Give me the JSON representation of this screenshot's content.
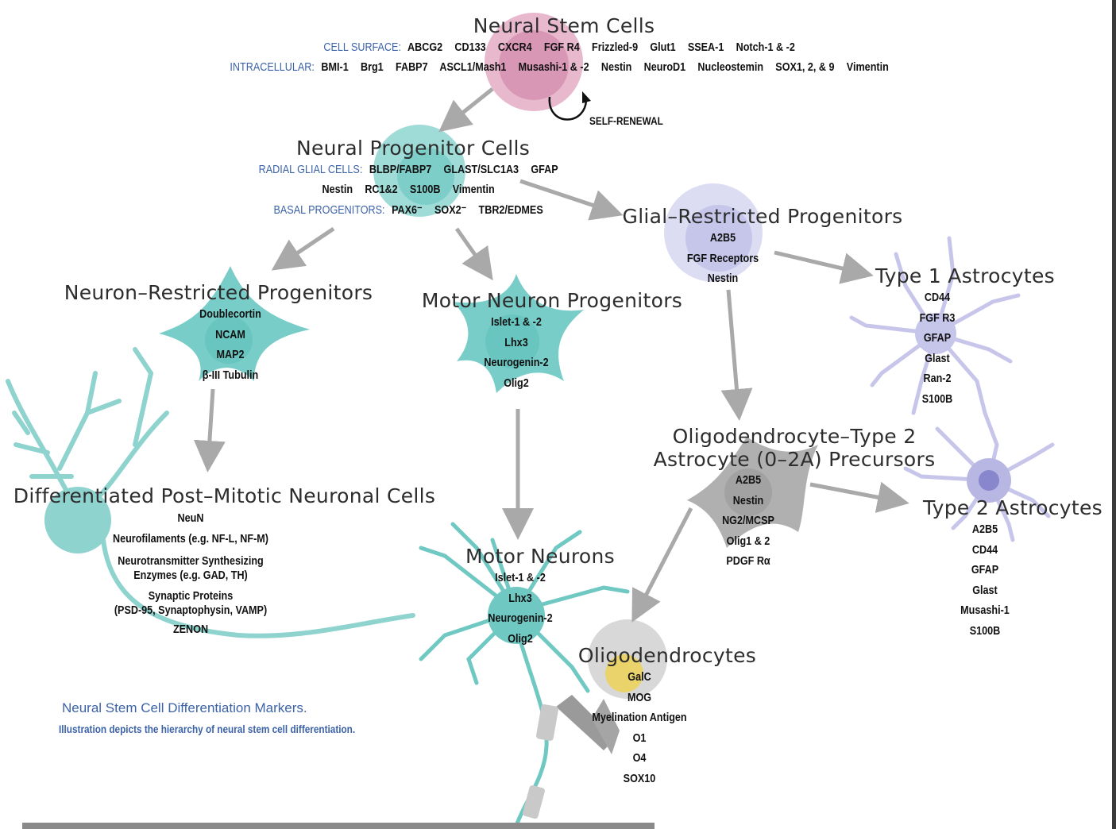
{
  "diagram": {
    "nsc": {
      "title": "Neural Stem Cells",
      "surface_label": "CELL SURFACE:",
      "surface": [
        "ABCG2",
        "CD133",
        "CXCR4",
        "FGF R4",
        "Frizzled-9",
        "Glut1",
        "SSEA-1",
        "Notch-1 & -2"
      ],
      "intra_label": "INTRACELLULAR:",
      "intra": [
        "BMI-1",
        "Brg1",
        "FABP7",
        "ASCL1/Mash1",
        "Musashi-1 & -2",
        "Nestin",
        "NeuroD1",
        "Nucleostemin",
        "SOX1, 2, & 9",
        "Vimentin"
      ],
      "self_renewal": "SELF-RENEWAL"
    },
    "npc": {
      "title": "Neural Progenitor Cells",
      "radial_label": "RADIAL GLIAL CELLS:",
      "radial_1": [
        "BLBP/FABP7",
        "GLAST/SLC1A3",
        "GFAP"
      ],
      "radial_2": [
        "Nestin",
        "RC1&2",
        "S100B",
        "Vimentin"
      ],
      "basal_label": "BASAL PROGENITORS:",
      "basal": [
        "PAX6⁻",
        "SOX2⁻",
        "TBR2/EDMES"
      ]
    },
    "grp": {
      "title": "Glial–Restricted Progenitors",
      "markers": [
        "A2B5",
        "FGF Receptors",
        "Nestin"
      ]
    },
    "t1a": {
      "title": "Type 1 Astrocytes",
      "markers": [
        "CD44",
        "FGF R3",
        "GFAP",
        "Glast",
        "Ran-2",
        "S100B"
      ]
    },
    "nrp": {
      "title": "Neuron–Restricted Progenitors",
      "markers": [
        "Doublecortin",
        "NCAM",
        "MAP2",
        "β-III Tubulin"
      ]
    },
    "mnp": {
      "title": "Motor Neuron Progenitors",
      "markers": [
        "Islet-1 & -2",
        "Lhx3",
        "Neurogenin-2",
        "Olig2"
      ]
    },
    "o2a": {
      "title1": "Oligodendrocyte–Type 2",
      "title2": "Astrocyte (0–2A) Precursors",
      "markers": [
        "A2B5",
        "Nestin",
        "NG2/MCSP",
        "Olig1 & 2",
        "PDGF Rα"
      ]
    },
    "t2a": {
      "title": "Type 2 Astrocytes",
      "markers": [
        "A2B5",
        "CD44",
        "GFAP",
        "Glast",
        "Musashi-1",
        "S100B"
      ]
    },
    "dpm": {
      "title": "Differentiated Post–Mitotic Neuronal Cells",
      "markers": [
        "NeuN",
        "Neurofilaments (e.g. NF-L, NF-M)",
        "Neurotransmitter Synthesizing",
        "Enzymes (e.g. GAD, TH)",
        "Synaptic Proteins",
        "(PSD-95, Synaptophysin, VAMP)",
        "ZENON"
      ]
    },
    "mn": {
      "title": "Motor Neurons",
      "markers": [
        "Islet-1 & -2",
        "Lhx3",
        "Neurogenin-2",
        "Olig2"
      ]
    },
    "olig": {
      "title": "Oligodendrocytes",
      "markers": [
        "GalC",
        "MOG",
        "Myelination Antigen",
        "O1",
        "O4",
        "SOX10"
      ]
    },
    "caption_title": "Neural Stem Cell Differentiation Markers.",
    "caption_text": "Illustration depicts the hierarchy of neural stem cell differentiation."
  },
  "colors": {
    "stem": "#d58fb0",
    "teal": "#5fc3bd",
    "lavender": "#c6c5ea",
    "gray": "#b0b0b0",
    "arrow": "#a9a9a9",
    "label_blue": "#3c62a8",
    "gold": "#e9d36a"
  }
}
